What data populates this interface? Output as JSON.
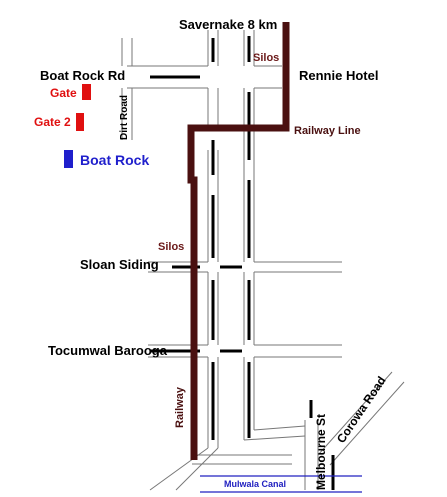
{
  "labels": {
    "savernake": "Savernake 8 km",
    "silos_top": "Silos",
    "rennie_hotel": "Rennie Hotel",
    "boat_rock_rd": "Boat Rock Rd",
    "gate": "Gate",
    "gate2": "Gate 2",
    "dirt_road": "Dirt Road",
    "boat_rock": "Boat Rock",
    "railway_line": "Railway Line",
    "silos_mid": "Silos",
    "sloan_siding": "Sloan Siding",
    "tocumwal_barooga": "Tocumwal Barooga",
    "railway": "Railway",
    "melbourne_st": "Melbourne St",
    "corowa_road": "Corowa Road",
    "mulwala_canal": "Mulwala Canal"
  },
  "colors": {
    "road": "#000000",
    "road_edge": "#777777",
    "railway": "#4a1010",
    "gate_marker": "#e01010",
    "boat_rock_marker": "#1f1fcc",
    "railway_label": "#4a1010",
    "silos_label": "#6a1818",
    "gate_label": "#e01010",
    "boat_rock_label": "#1f1fcc",
    "canal": "#2020c0",
    "canal_label": "#2020c0"
  }
}
